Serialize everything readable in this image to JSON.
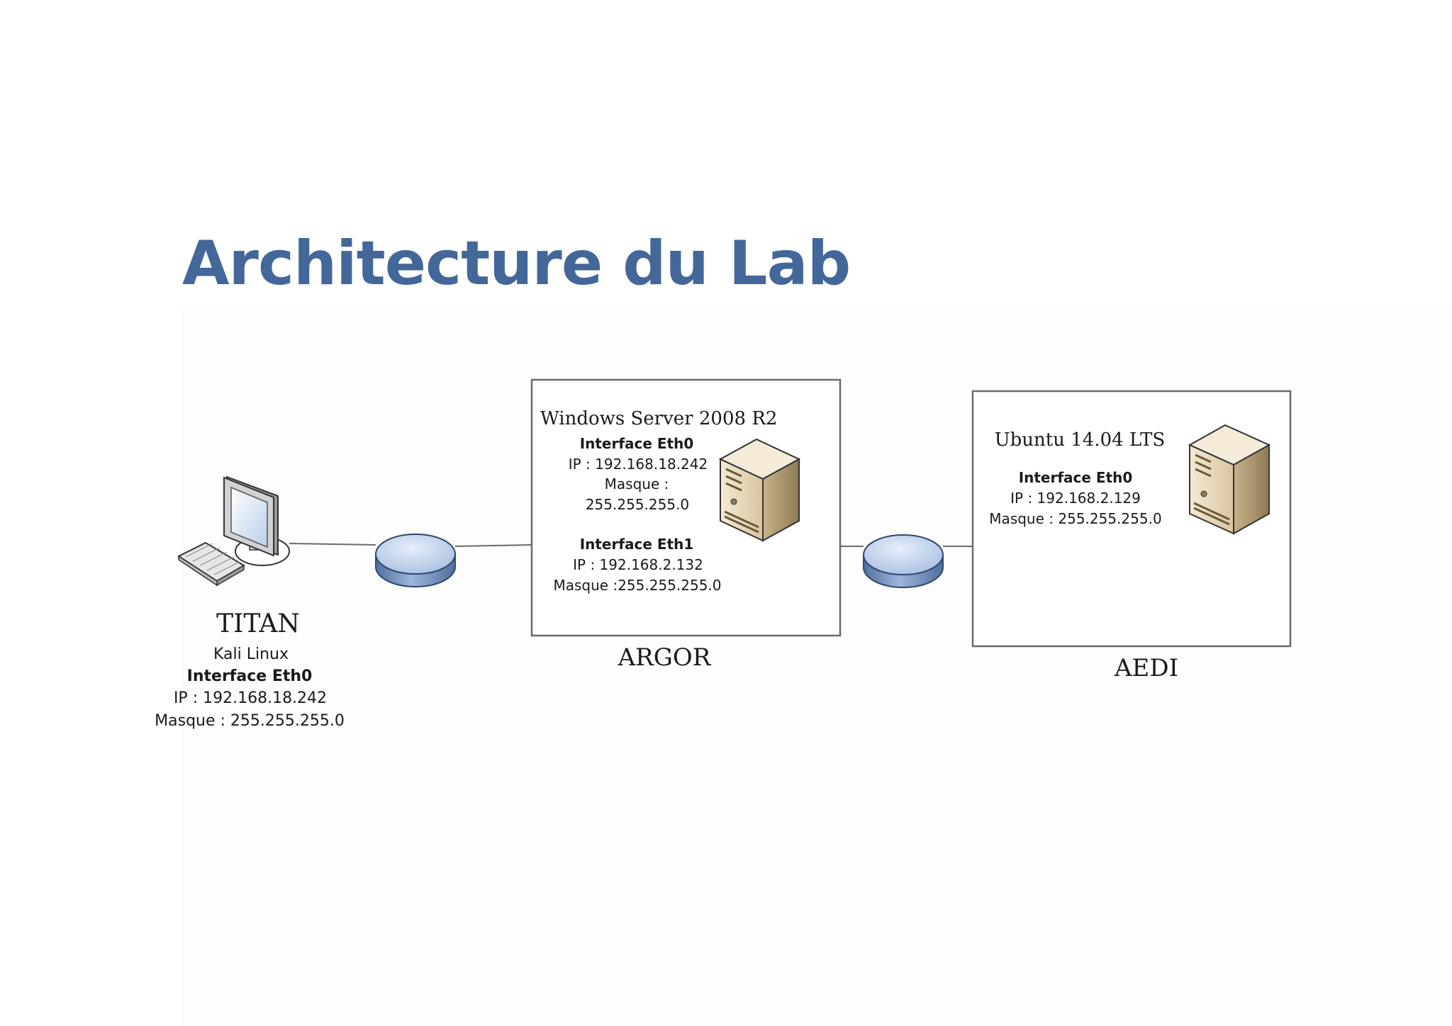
{
  "title": "Architecture du Lab",
  "nodes": {
    "titan": {
      "name": "TITAN",
      "os": "Kali Linux",
      "iface": "Interface Eth0",
      "ip": "IP  : 192.168.18.242",
      "mask": "Masque : 255.255.255.0"
    },
    "argor": {
      "name": "ARGOR",
      "os": "Windows Server 2008 R2",
      "eth0_label": "Interface Eth0",
      "eth0_ip": "IP  : 192.168.18.242",
      "eth0_mask_label": "Masque :",
      "eth0_mask_value": "255.255.255.0",
      "eth1_label": "Interface Eth1",
      "eth1_ip": "IP :  192.168.2.132",
      "eth1_mask": "Masque :255.255.255.0"
    },
    "aedi": {
      "name": "AEDI",
      "os": "Ubuntu 14.04 LTS",
      "iface": "Interface Eth0",
      "ip": "IP : 192.168.2.129",
      "mask": "Masque : 255.255.255.0"
    }
  },
  "icons": {
    "workstation": "workstation-icon",
    "router": "router-icon",
    "server": "server-tower-icon"
  },
  "colors": {
    "title": "#44679a",
    "router_top": "#c3d3ec",
    "router_side": "#6f8fc0",
    "server_body": "#e9dcc0"
  }
}
